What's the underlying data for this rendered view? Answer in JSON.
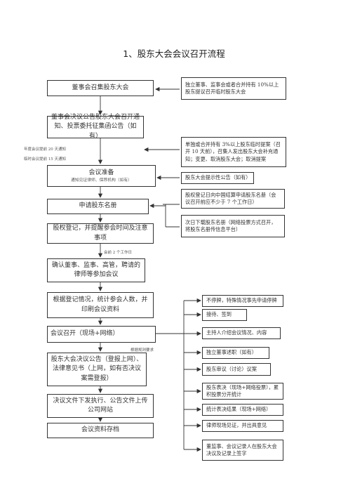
{
  "title": "1、股东大会会议召开流程",
  "main_steps": [
    "董事会召集股东大会",
    "董事会决议公告股东大会召开通知、投票委托征集函公告（如有）",
    "会议准备",
    "申请股东名册",
    "股权登记，并提醒参会时间及注意事项",
    "确认董事、监事、高管，聘请的律师等参加会议",
    "根据登记情况，统计参会人数，并印刷会议资料",
    "会议召开（现场+网络）",
    "股东大会决议公告（登报上网）、法律意见书（上网，如有否决议案需登报）",
    "决议文件下发执行、公告文件上传公司网站",
    "会议资料存档"
  ],
  "prep_subtitle": "通知见证律师、保荐机构（如有）",
  "side_boxes": [
    "独立董事、监事会或者合并持有 10%以上股东提议召开临时股东大会",
    "单独或合并持有 3%以上股东临时提案（召开 10 天前），召集人发出股东大会补充通知；变更、取消股东大会；取消提案",
    "股东大会提示性公告（如有）",
    "股权登记日向中国结算申请股东名册（会议召开前应不少于 7 个工作日）",
    "次日下载股东名册（网络投票方式召开，将股东名册传信息平台）"
  ],
  "meeting_steps": [
    "不停牌，特殊情况事先申请停牌",
    "接待、签到",
    "主持人介绍会议情况、内容",
    "独立董事述职（如有）",
    "股东审议（讨论）议案",
    "股东表决（现场+网络投票），累积投票分开统计",
    "统计表决结果（现场+网络）",
    "律师现场见证，并出具意见",
    "董监事、会议记录人在股东大会决议及记录上签字"
  ],
  "notes": {
    "annual_notice": "年度会议提前 20 天通知",
    "temp_notice": "临时会议提前 15 天通知",
    "two_days": "会前 2 个工作日",
    "per_rules": "根据规则要求"
  },
  "colors": {
    "line": "#333333",
    "text": "#333333"
  }
}
